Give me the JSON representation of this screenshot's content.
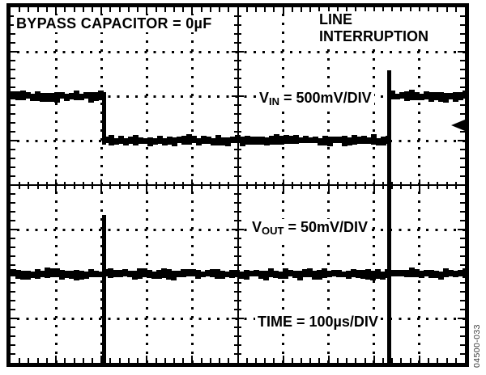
{
  "figure": {
    "number": "04500-033"
  },
  "colors": {
    "ink": "#000000",
    "background": "#ffffff",
    "figure_number": "#3c3c3c"
  },
  "scope": {
    "title": "BYPASS CAPACITOR = 0µF",
    "event": {
      "line1": "LINE",
      "line2": "INTERRUPTION"
    },
    "labels": {
      "vin": {
        "base": "V",
        "sub": "IN",
        "rest": " = 500mV/DIV"
      },
      "vout": {
        "base": "V",
        "sub": "OUT",
        "rest": " = 50mV/DIV"
      },
      "time": "TIME = 100µs/DIV"
    }
  },
  "chart_data": {
    "type": "line",
    "title": "BYPASS CAPACITOR = 0µF",
    "annotations": [
      "LINE INTERRUPTION"
    ],
    "x_axis": {
      "label": "TIME",
      "per_division": "100µs",
      "divisions": 10
    },
    "y_axis": {
      "divisions": 8
    },
    "grid": {
      "style": "oscilloscope graticule: dotted division lines, ticked center axes and ticked borders",
      "minor_per_division": 5
    },
    "series": [
      {
        "name": "VIN",
        "per_division": "500mV",
        "description": "Input rail: high level 2 divisions from top; steps down 1 division at the line interruption; recovers ~6.3 divisions (~630µs) later with an overshoot spike",
        "high_y_div": 2,
        "low_y_div": 3,
        "fall_x_div": 2.05,
        "rise_x_div": 8.34,
        "overshoot_top_y_div": 1.42
      },
      {
        "name": "VOUT",
        "per_division": "50mV",
        "description": "Regulated output: flat at 6 divisions from top with narrow transient spikes at both interruption edges",
        "level_y_div": 6,
        "spikes": [
          {
            "x_div": 2.05,
            "top_y_div": 4.67,
            "bottom_y_div": 8
          },
          {
            "x_div": 8.34,
            "top_y_div": 1.42,
            "bottom_y_div": 8
          }
        ]
      }
    ],
    "trigger_marker": {
      "edge": "right",
      "y_div": 2.65
    }
  }
}
